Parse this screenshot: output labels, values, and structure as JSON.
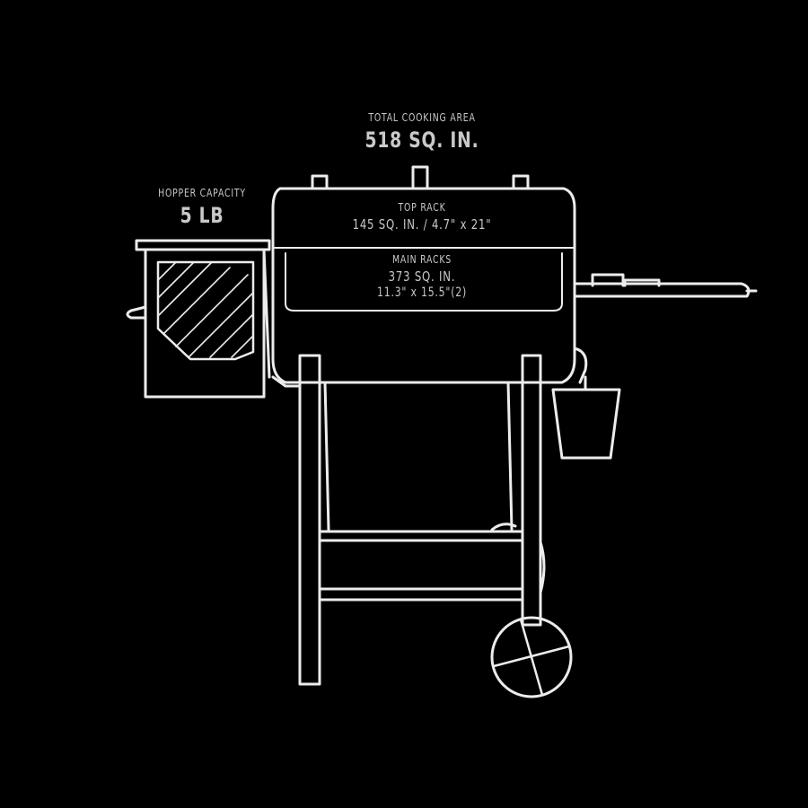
{
  "total": {
    "label": "TOTAL COOKING AREA",
    "value": "518 SQ. IN."
  },
  "hopper": {
    "label": "HOPPER CAPACITY",
    "value": "5 LB"
  },
  "top_rack": {
    "label": "TOP RACK",
    "value": "145 SQ. IN. / 4.7\" x 21\""
  },
  "main_racks": {
    "label": "MAIN RACKS",
    "value": "373 SQ. IN.",
    "dims": "11.3\" x 15.5\"(2)"
  },
  "colors": {
    "line": "#ececec",
    "text": "#c9c9c9",
    "background": "#000000"
  }
}
